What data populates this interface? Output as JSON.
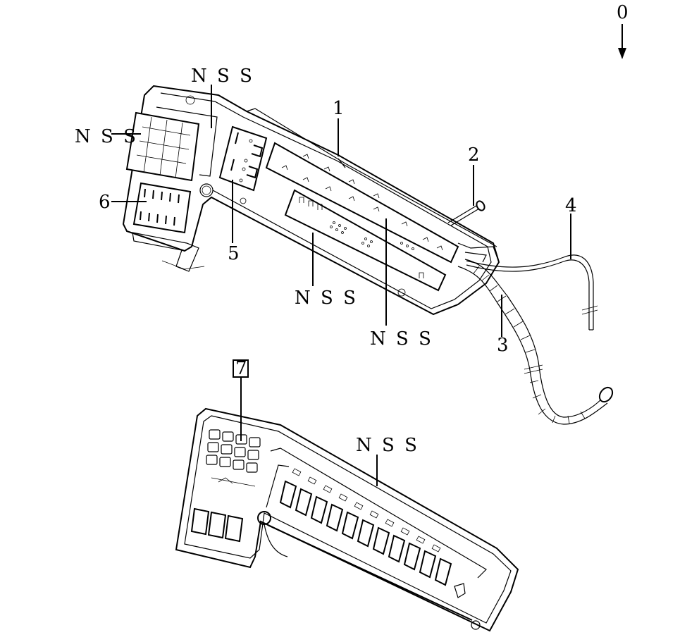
{
  "view_marker": "0",
  "callouts": {
    "c1": "1",
    "c2": "2",
    "c3": "3",
    "c4": "4",
    "c5": "5",
    "c6": "6",
    "c7": "7",
    "nss_a": "N S S",
    "nss_b": "N S S",
    "nss_c": "N S S",
    "nss_d": "N S S",
    "nss_e": "N S S"
  }
}
